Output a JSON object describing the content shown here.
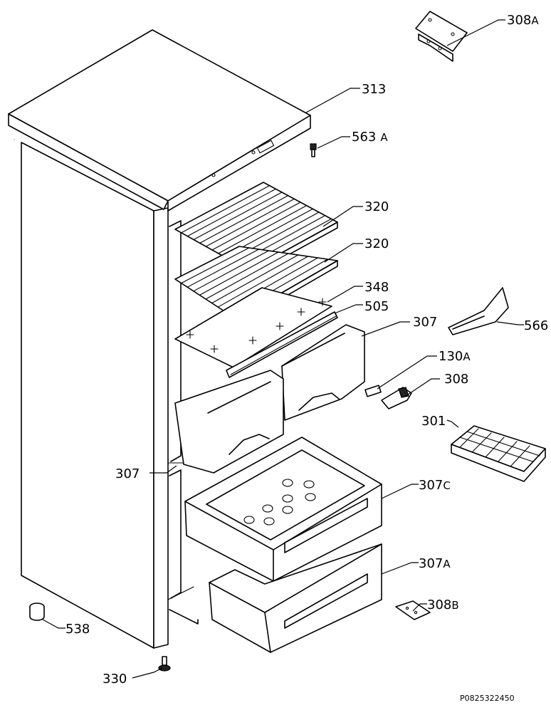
{
  "diagram_code": "P0825322450",
  "callouts": [
    {
      "id": "308A-bracket",
      "number": "308",
      "suffix": "A"
    },
    {
      "id": "313-top-cover",
      "number": "313",
      "suffix": ""
    },
    {
      "id": "563A-screw",
      "number": "563",
      "suffix": "A"
    },
    {
      "id": "320-shelf-upper",
      "number": "320",
      "suffix": ""
    },
    {
      "id": "320-shelf-lower",
      "number": "320",
      "suffix": ""
    },
    {
      "id": "348-glass-shelf",
      "number": "348",
      "suffix": ""
    },
    {
      "id": "505-shelf-trim",
      "number": "505",
      "suffix": ""
    },
    {
      "id": "307-freezer-drawer-right",
      "number": "307",
      "suffix": ""
    },
    {
      "id": "566-scraper",
      "number": "566",
      "suffix": ""
    },
    {
      "id": "130A-clip",
      "number": "130",
      "suffix": "A"
    },
    {
      "id": "308-hinge",
      "number": "308",
      "suffix": ""
    },
    {
      "id": "301-ice-tray",
      "number": "301",
      "suffix": ""
    },
    {
      "id": "307-freezer-drawer-left",
      "number": "307",
      "suffix": ""
    },
    {
      "id": "307C-crisper-upper",
      "number": "307",
      "suffix": "C"
    },
    {
      "id": "307A-crisper-lower",
      "number": "307",
      "suffix": "A"
    },
    {
      "id": "308B-hinge-plate",
      "number": "308",
      "suffix": "B"
    },
    {
      "id": "538-foot",
      "number": "538",
      "suffix": ""
    },
    {
      "id": "330-adjustable-foot",
      "number": "330",
      "suffix": ""
    }
  ]
}
